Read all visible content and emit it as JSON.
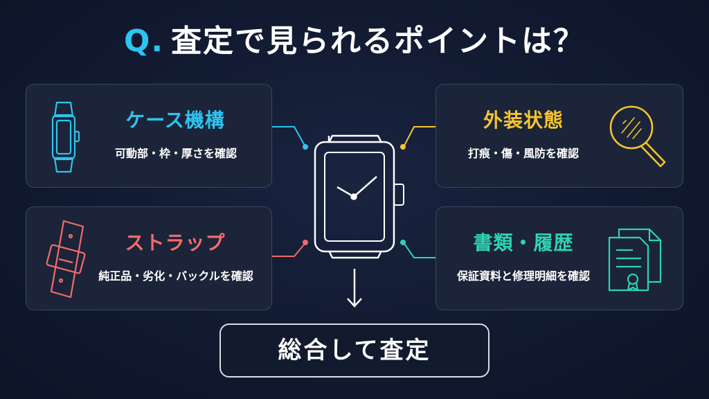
{
  "title": {
    "q": "Q",
    "dot": ".",
    "text": "査定で見られるポイントは？"
  },
  "cards": {
    "case": {
      "title": "ケース機構",
      "subtitle": "可動部・枠・厚さを確認",
      "color": "#2ec4f0",
      "icon": "watch-case-icon"
    },
    "exterior": {
      "title": "外装状態",
      "subtitle": "打痕・傷・風防を確認",
      "color": "#f5c431",
      "icon": "magnifier-icon"
    },
    "strap": {
      "title": "ストラップ",
      "subtitle": "純正品・劣化・バックルを確認",
      "color": "#f36b6b",
      "icon": "strap-icon"
    },
    "docs": {
      "title": "書類・履歴",
      "subtitle": "保証資料と修理明細を確認",
      "color": "#2ed3b7",
      "icon": "documents-icon"
    }
  },
  "center": {
    "icon": "wristwatch-icon",
    "color": "#ffffff"
  },
  "result": {
    "label": "総合して査定"
  },
  "colors": {
    "background": "#111a30",
    "card_bg": "#1b2438",
    "card_border": "#3a4660"
  }
}
